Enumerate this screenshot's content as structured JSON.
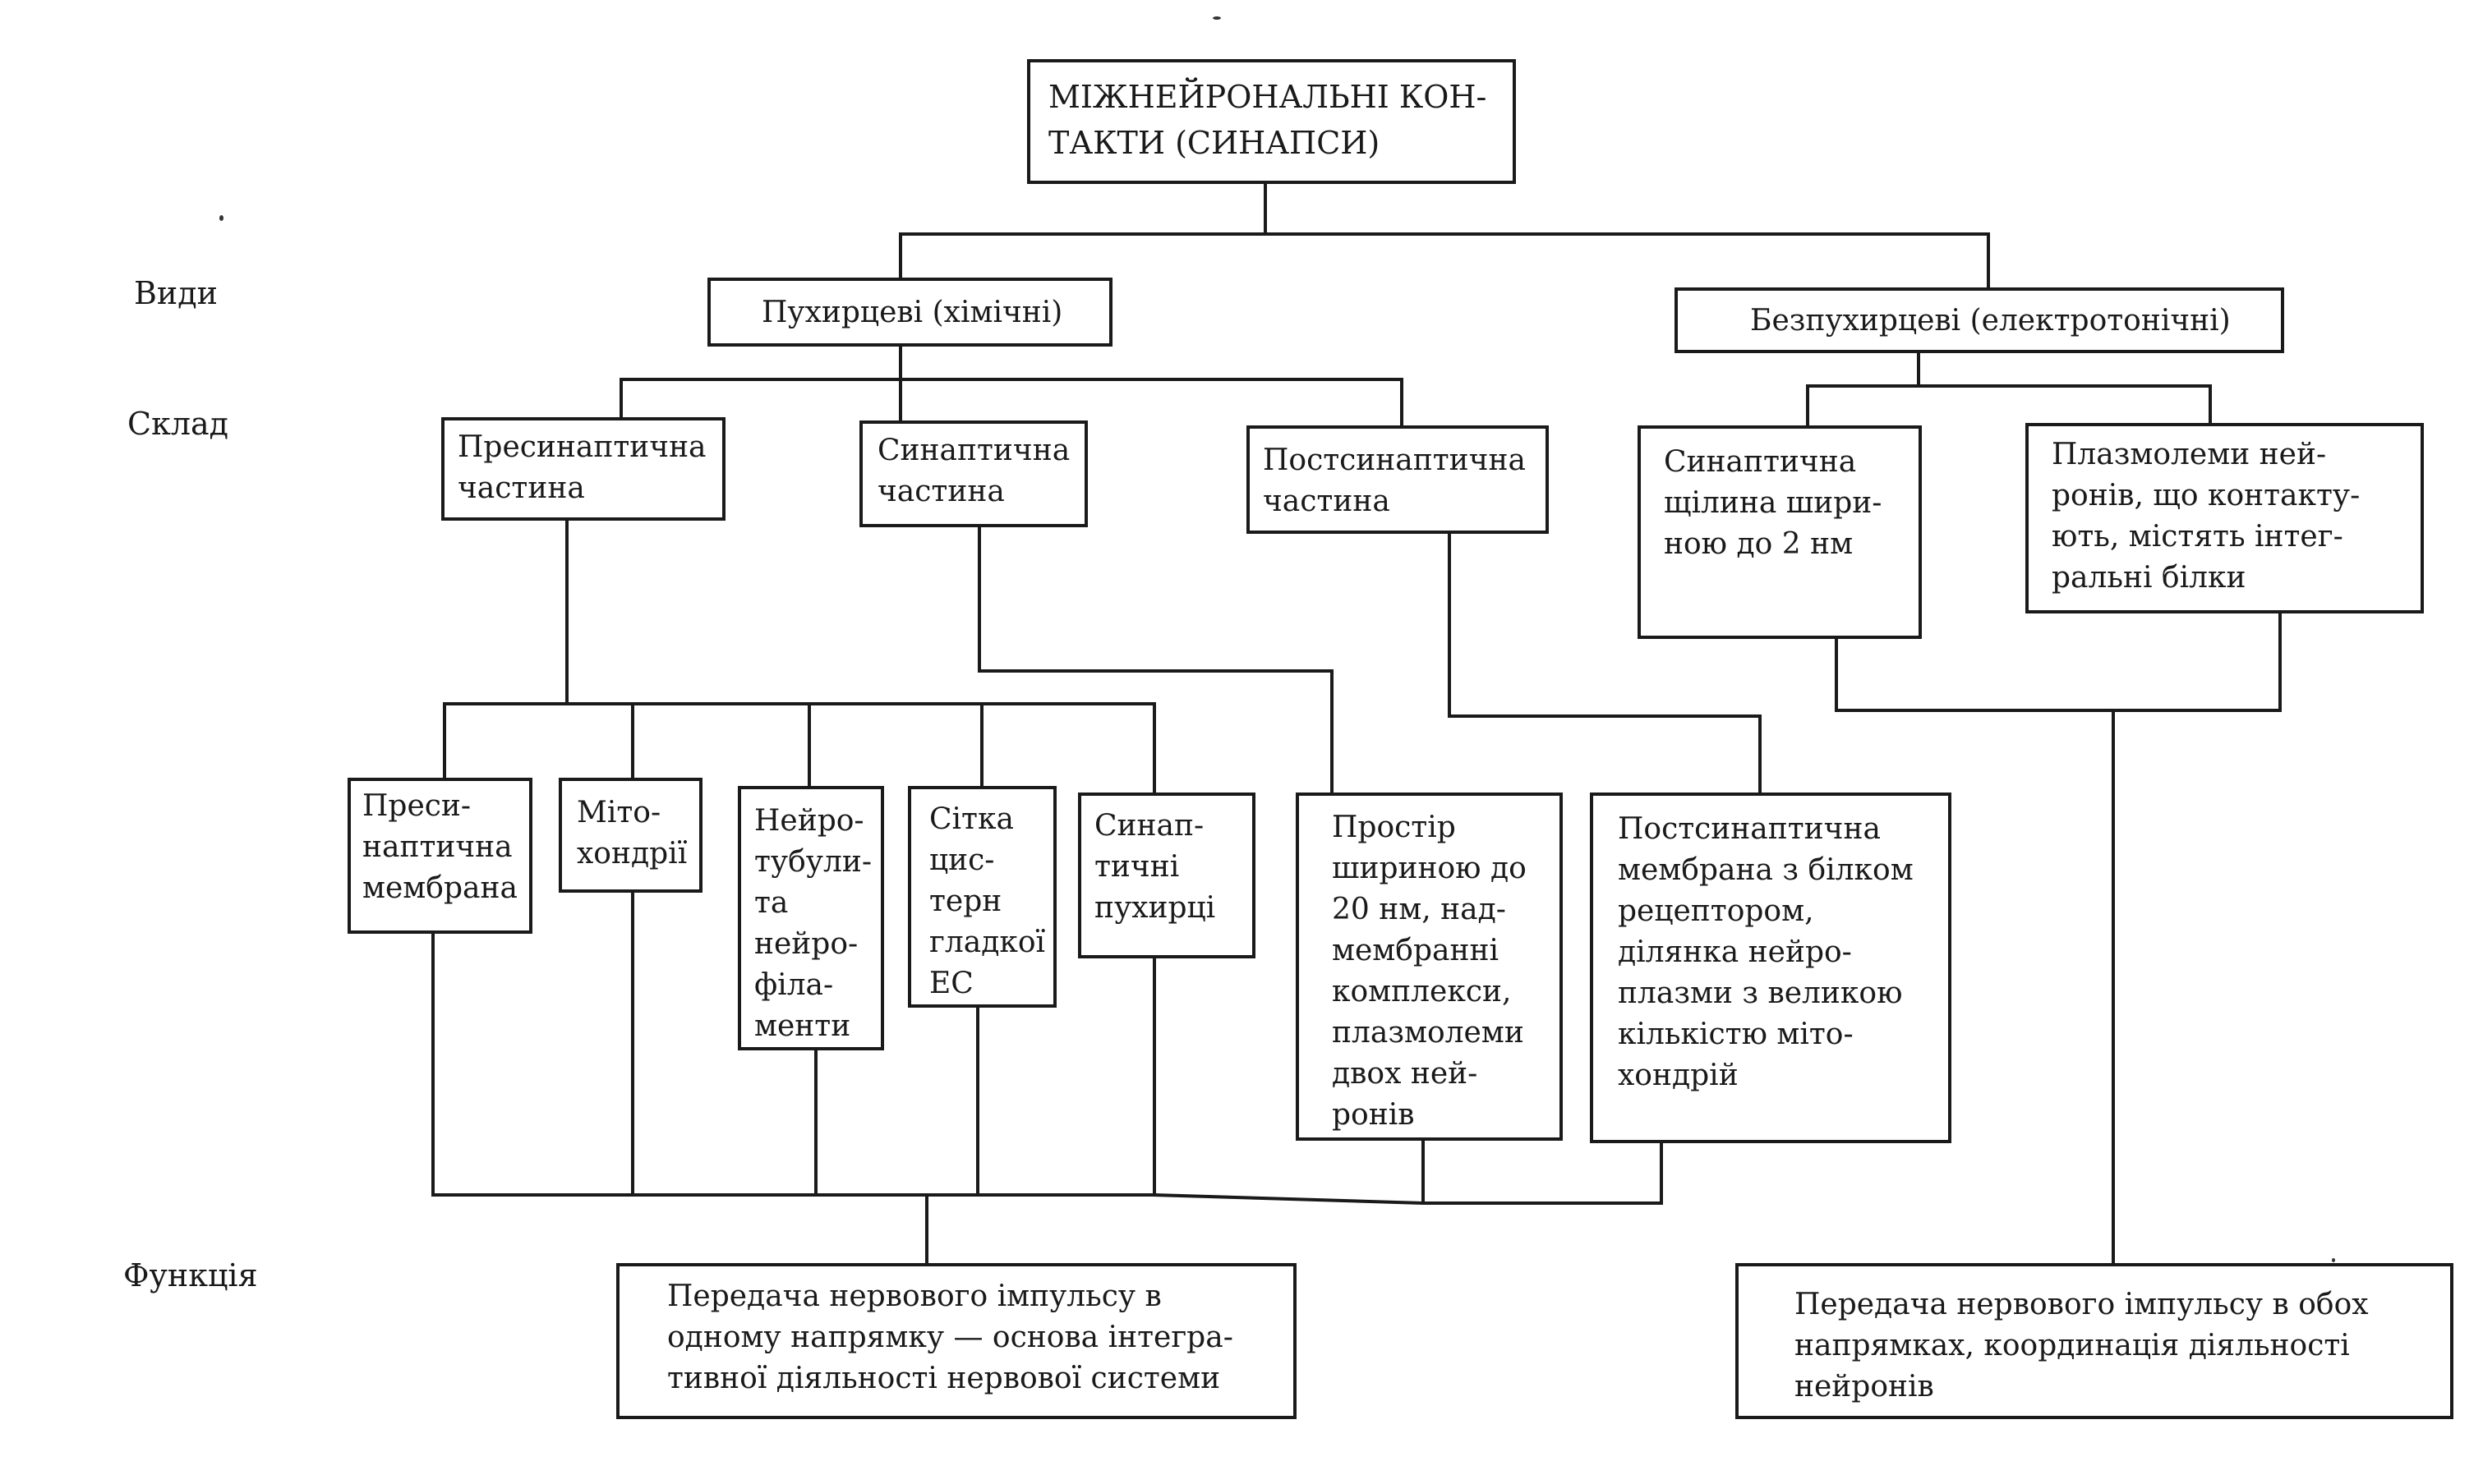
{
  "labels": {
    "types": "Види",
    "composition": "Склад",
    "function": "Функція"
  },
  "root": "МІЖНЕЙРОНАЛЬНІ КОН-\nТАКТИ (СИНАПСИ)",
  "types": {
    "chemical": "Пухирцеві (хімічні)",
    "electrical": "Безпухирцеві (електротонічні)"
  },
  "composition": {
    "presynaptic": "Пресинаптична\nчастина",
    "synaptic": "Синаптична\nчастина",
    "postsynaptic": "Постсинаптична\nчастина",
    "cleft": "Синаптична\nщілина шири-\nною до 2 нм",
    "plasmolemmas": "Плазмолеми ней-\nронів, що контакту-\nють, містять інтег-\nральні білки"
  },
  "details": {
    "presynaptic_membrane": "Преси-\nнаптична\nмембрана",
    "mitochondria": "Міто-\nхондрії",
    "neurotubules": "Нейро-\nтубули-\nта\nнейро-\nфіла-\nменти",
    "er_cisterns": "Сітка\nцис-\nтерн\nгладкої\nЕС",
    "vesicles": "Синап-\nтичні\nпухирці",
    "space": "Простір\nшириною до\n20 нм, над-\nмембранні\nкомплекси,\nплазмолеми\nдвох ней-\nронів",
    "postsynaptic_membrane": "Постсинаптична\nмембрана з білком\nрецептором,\nділянка нейро-\nплазми з великою\nкількістю міто-\nхондрій"
  },
  "functions": {
    "chemical": "Передача нервового імпульсу в\nодному напрямку — основа інтегра-\nтивної діяльності нервової системи",
    "electrical": "Передача нервового імпульсу в обох\nнапрямках, координація діяльності\nнейронів"
  }
}
